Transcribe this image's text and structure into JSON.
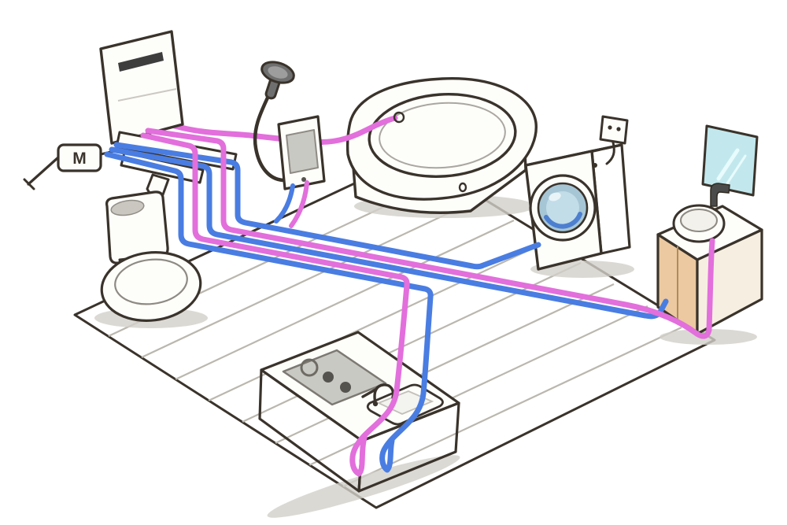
{
  "scene": {
    "title": "hand-drawn-isometric-home-water-piping-illustration",
    "meter_label": "M",
    "colors": {
      "hot-pipe": "#e26fdc",
      "cold-pipe": "#4a7de2",
      "outline": "#3a332b",
      "floor": "#dcdad3",
      "floor-line": "#bab7ae",
      "shadow": "#d2d0c9",
      "fixture-white": "#fdfdfa",
      "wood": "#ecc9a0",
      "wood-side": "#f6efe1",
      "mirror": "#c2e8ed",
      "panel": "#c9c9c3",
      "drum": "#a6c6d6",
      "drum-inner": "#c2dde8",
      "drum-arc": "#4d7fd0",
      "metal": "#6f6f6f",
      "slot": "#3d3d3d"
    },
    "components": [
      "water-meter",
      "water-heater",
      "toilet",
      "handheld-shower",
      "shower-control-unit",
      "bathtub",
      "washing-machine",
      "power-outlet",
      "mirror",
      "vanity-basin",
      "kitchen-counter",
      "hot-water-pipes",
      "cold-water-pipes",
      "wood-floor"
    ]
  }
}
